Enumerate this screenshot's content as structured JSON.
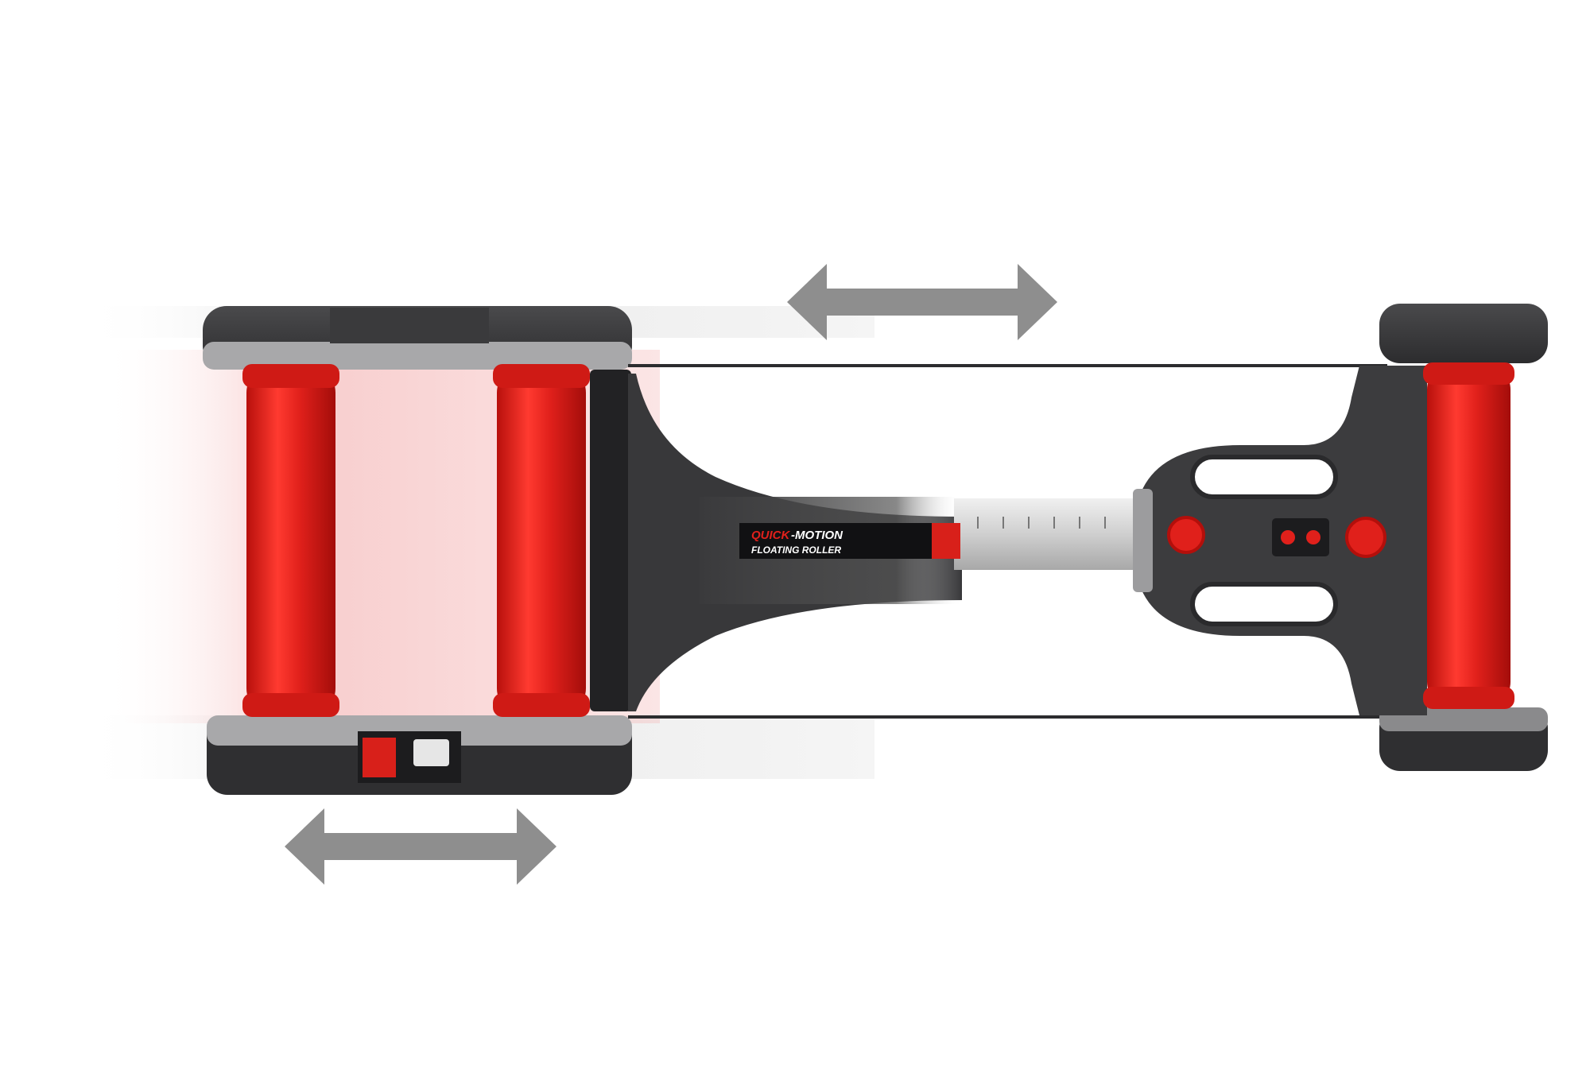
{
  "scene": {
    "background": "#ffffff",
    "description_colors": {
      "roller_red": "#e0201b",
      "frame_dark": "#3a3a3c",
      "frame_light": "#9a9a9c",
      "arrow_gray": "#8e8e8e",
      "rail_silver": "#d9d9d9"
    }
  },
  "product_label": {
    "line1_part1": "QUICK",
    "line1_part2": "-MOTION",
    "line2": "FLOATING ROLLER"
  },
  "arrows": {
    "top": "double-arrow-icon",
    "bottom": "double-arrow-icon"
  }
}
